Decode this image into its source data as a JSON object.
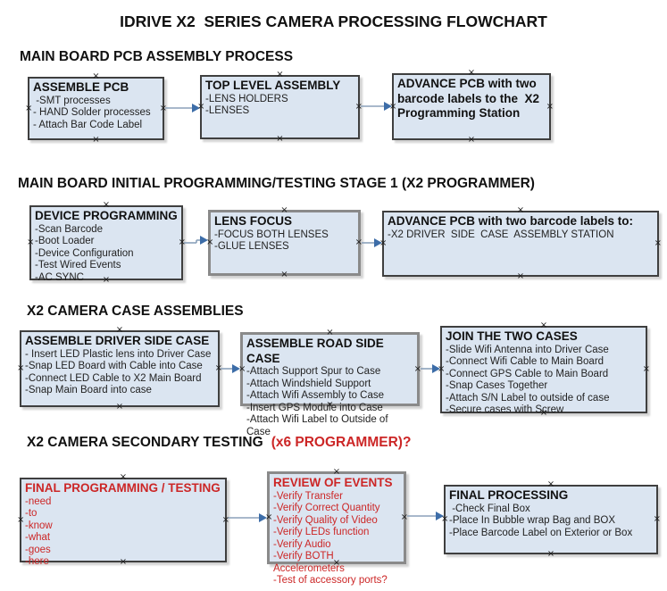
{
  "title": "IDRIVE X2  SERIES CAMERA PROCESSING FLOWCHART",
  "colors": {
    "box_fill": "#dbe5f1",
    "box_border": "#3f3f3f",
    "selected_box_border": "#8a8a8a",
    "red_text": "#cc2626",
    "arrow_line": "#8ba1ba",
    "arrow_head": "#3d6da8",
    "background": "#ffffff"
  },
  "sections": [
    {
      "heading": "MAIN BOARD PCB ASSEMBLY PROCESS",
      "heading_red": "",
      "boxes": [
        {
          "title": "ASSEMBLE PCB",
          "items": [
            " -SMT processes",
            "- HAND Solder processes",
            "- Attach Bar Code Label"
          ]
        },
        {
          "title": "TOP LEVEL ASSEMBLY",
          "items": [
            "-LENS HOLDERS",
            "-LENSES"
          ]
        },
        {
          "title": "ADVANCE PCB with two barcode labels to the  X2 Programming Station",
          "items": []
        }
      ]
    },
    {
      "heading": "MAIN BOARD INITIAL PROGRAMMING/TESTING STAGE 1 (X2 PROGRAMMER)",
      "heading_red": "",
      "boxes": [
        {
          "title": "DEVICE PROGRAMMING",
          "items": [
            "-Scan Barcode",
            "-Boot Loader",
            "-Device Configuration",
            "-Test Wired Events",
            "-AC SYNC"
          ]
        },
        {
          "title": "LENS FOCUS",
          "items": [
            "-FOCUS BOTH LENSES",
            "-GLUE LENSES"
          ]
        },
        {
          "title": "ADVANCE PCB with two barcode labels to:",
          "items": [
            "-X2 DRIVER  SIDE  CASE  ASSEMBLY STATION"
          ]
        }
      ]
    },
    {
      "heading": "X2 CAMERA CASE ASSEMBLIES",
      "heading_red": "",
      "boxes": [
        {
          "title": "ASSEMBLE DRIVER SIDE CASE",
          "items": [
            "- Insert LED Plastic lens into Driver Case",
            "-Snap LED Board with Cable into Case",
            "-Connect LED Cable to X2 Main Board",
            "-Snap Main Board into case"
          ]
        },
        {
          "title": "ASSEMBLE ROAD SIDE CASE",
          "items": [
            "-Attach Support Spur to Case",
            "-Attach Windshield Support",
            "-Attach Wifi Assembly to Case",
            "-Insert GPS Module into Case",
            "-Attach Wifi Label to Outside of Case"
          ]
        },
        {
          "title": "JOIN THE TWO CASES",
          "items": [
            "-Slide Wifi Antenna into Driver Case",
            "-Connect Wifi Cable to Main Board",
            "-Connect GPS Cable to Main Board",
            "-Snap Cases Together",
            "-Attach S/N Label to outside of case",
            "-Secure cases with Screw"
          ]
        }
      ]
    },
    {
      "heading": "X2 CAMERA SECONDARY TESTING",
      "heading_red": "(x6 PROGRAMMER)?",
      "boxes": [
        {
          "title": "FINAL PROGRAMMING / TESTING",
          "items": [
            "-need",
            "-to",
            "-know",
            "-what",
            "-goes",
            "-here"
          ]
        },
        {
          "title": "REVIEW OF EVENTS",
          "items": [
            "-Verify Transfer",
            "-Verify Correct Quantity",
            "-Verify Quality of Video",
            "-Verify LEDs function",
            "-Verify Audio",
            "-Verify BOTH Accelerometers",
            "-Test of accessory ports?"
          ]
        },
        {
          "title": "FINAL PROCESSING",
          "items": [
            " -Check Final Box",
            "-Place In Bubble wrap Bag and BOX",
            "-Place Barcode Label on Exterior or Box"
          ]
        }
      ]
    }
  ]
}
